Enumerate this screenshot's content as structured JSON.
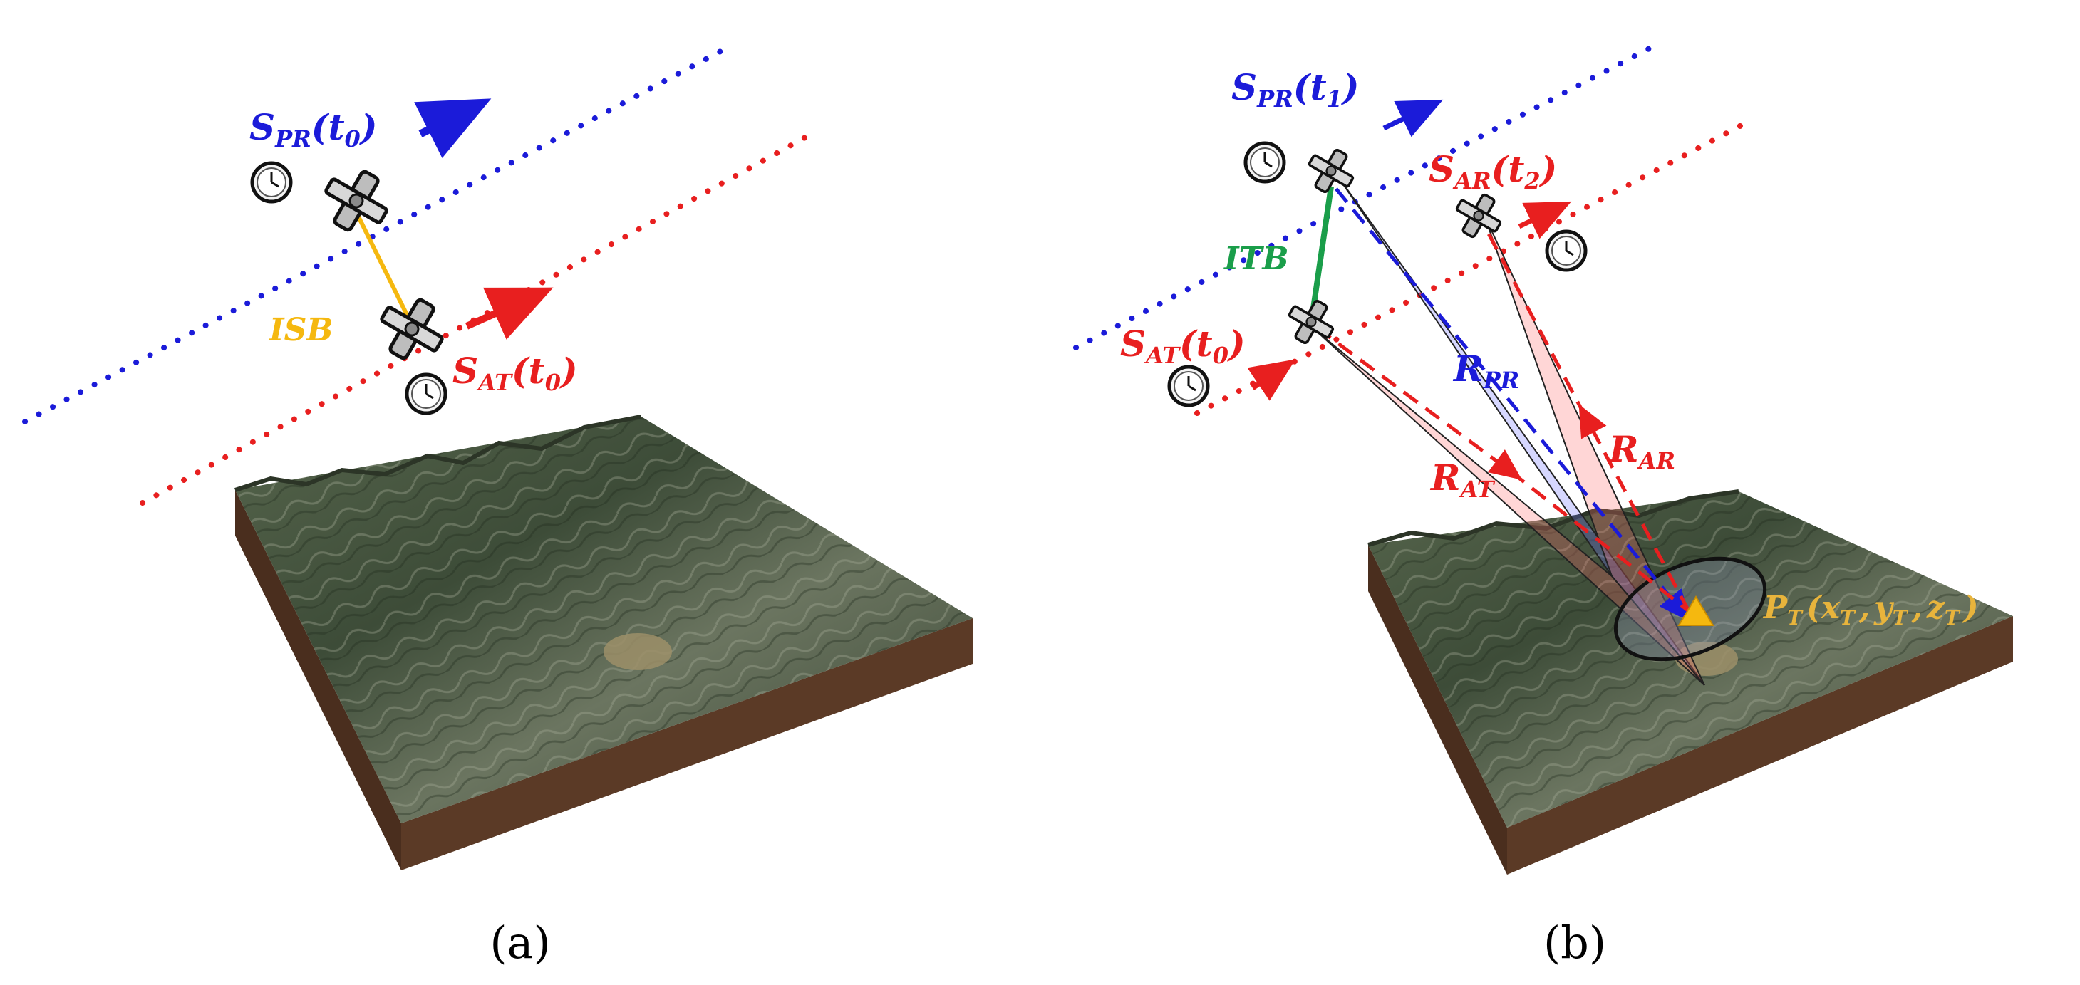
{
  "colors": {
    "primary": "#1b1bd9",
    "auxiliary": "#e81f1f",
    "isb": "#f5b80f",
    "itb": "#1a9e4a",
    "target": "#e8b43c",
    "terrain_dark": "#3b4a36",
    "soil": "#5b3a26"
  },
  "icons": [
    "clock-icon",
    "satellite-icon",
    "velocity-arrow-icon",
    "target-triangle-icon",
    "terrain-block"
  ],
  "panel_a": {
    "caption": "(a)",
    "primary_sat": {
      "base": "S",
      "sub": "PR",
      "arg_open": "(",
      "arg_base": "t",
      "arg_sub": "0",
      "arg_close": ")"
    },
    "aux_sat": {
      "base": "S",
      "sub": "AT",
      "arg_open": "(",
      "arg_base": "t",
      "arg_sub": "0",
      "arg_close": ")"
    },
    "baseline": "ISB"
  },
  "panel_b": {
    "caption": "(b)",
    "primary_sat": {
      "base": "S",
      "sub": "PR",
      "arg_open": "(",
      "arg_base": "t",
      "arg_sub": "1",
      "arg_close": ")"
    },
    "aux_sat_transmit": {
      "base": "S",
      "sub": "AT",
      "arg_open": "(",
      "arg_base": "t",
      "arg_sub": "0",
      "arg_close": ")"
    },
    "aux_sat_receive": {
      "base": "S",
      "sub": "AR",
      "arg_open": "(",
      "arg_base": "t",
      "arg_sub": "2",
      "arg_close": ")"
    },
    "baseline": "ITB",
    "range_primary": {
      "base": "R",
      "sub": "PR"
    },
    "range_aux_transmit": {
      "base": "R",
      "sub": "AT"
    },
    "range_aux_receive": {
      "base": "R",
      "sub": "AR"
    },
    "target": {
      "base": "P",
      "sub": "T",
      "open": "(",
      "x": "x",
      "x_sub": "T",
      "sep1": ",",
      "y": "y",
      "y_sub": "T",
      "sep2": ",",
      "z": "z",
      "z_sub": "T",
      "close": ")"
    }
  }
}
